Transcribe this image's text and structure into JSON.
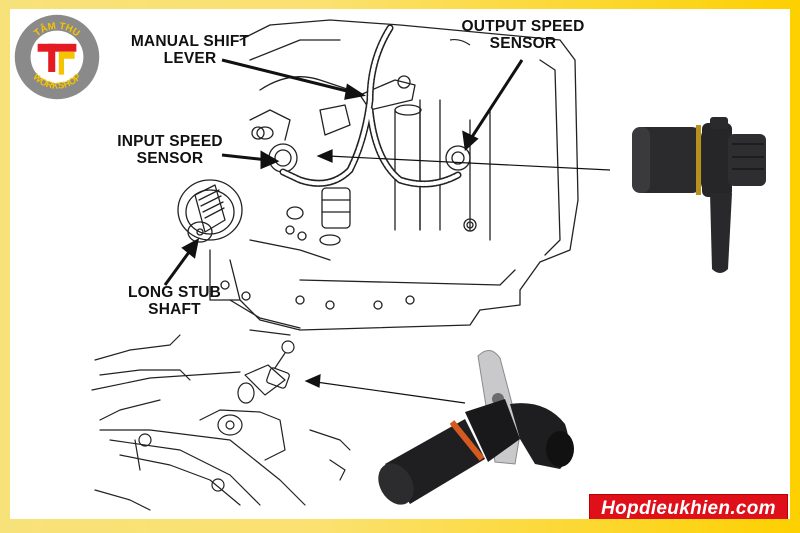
{
  "logo": {
    "top_text": "TÂM THU",
    "bottom_text": "WORKSHOP",
    "ring_color": "#8a8a8a",
    "red": "#e31b23",
    "yellow": "#f5c400"
  },
  "labels": {
    "manual_shift_lever": [
      "MANUAL SHIFT",
      "LEVER"
    ],
    "output_speed_sensor": [
      "OUTPUT SPEED",
      "SENSOR"
    ],
    "input_speed_sensor": [
      "INPUT SPEED",
      "SENSOR"
    ],
    "long_stub_shaft": [
      "LONG STUB",
      "SHAFT"
    ]
  },
  "photos": {
    "top_sensor": "speed-sensor-black-straight",
    "bottom_sensor": "speed-sensor-black-angled-metal-bracket"
  },
  "watermark": {
    "text": "Hopdieukhien.com",
    "bg_color": "#e0101a"
  },
  "frame": {
    "border_color": "#fdd400"
  }
}
